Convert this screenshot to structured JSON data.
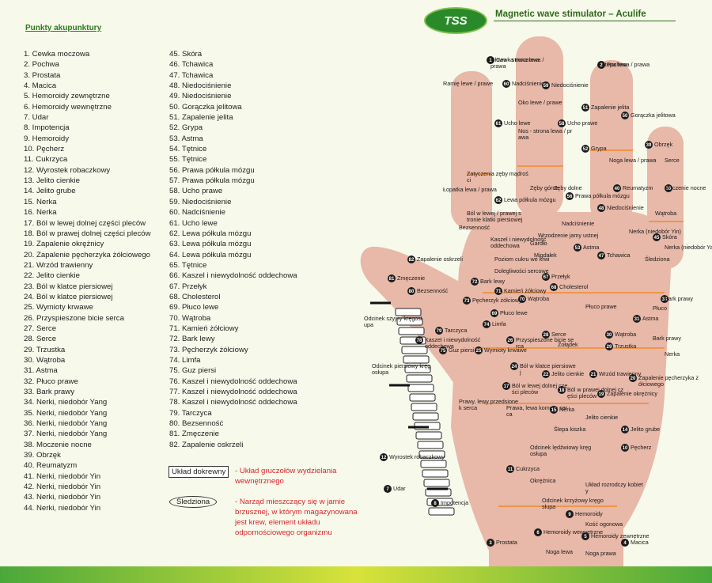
{
  "heading": "Punkty akupunktury",
  "points_col1": [
    "1. Cewka moczowa",
    "2. Pochwa",
    "3. Prostata",
    "4. Macica",
    "5. Hemoroidy zewnętrzne",
    "6. Hemoroidy wewnętrzne",
    "7. Udar",
    "8. Impotencja",
    "9. Hemoroidy",
    "10. Pęcherz",
    "11. Cukrzyca",
    "12. Wyrostek robaczkowy",
    "13. Jelito cienkie",
    "14. Jelito grube",
    "15. Nerka",
    "16. Nerka",
    "17. Ból w lewej dolnej części pleców",
    "18. Ból w prawej dolnej części pleców",
    "19. Zapalenie okrężnicy",
    "20. Zapalenie pęcherzyka żółciowego",
    "21. Wrzód trawienny",
    "22. Jelito cienkie",
    "23. Ból w klatce piersiowej",
    "24. Ból w klatce piersiowej",
    "25. Wymioty krwawe",
    "26. Przyspieszone bicie serca",
    "27. Serce",
    "28. Serce",
    "29. Trzustka",
    "30. Wątroba",
    "31. Astma",
    "32. Płuco prawe",
    "33. Bark prawy",
    "34. Nerki, niedobór Yang",
    "35. Nerki, niedobór Yang",
    "36. Nerki, niedobór Yang",
    "37. Nerki, niedobór Yang",
    "38. Moczenie nocne",
    "39. Obrzęk",
    "40. Reumatyzm",
    "41. Nerki, niedobór Yin",
    "42. Nerki, niedobór Yin",
    "43. Nerki, niedobór Yin",
    "44. Nerki, niedobór Yin"
  ],
  "points_col2": [
    "45. Skóra",
    "46. Tchawica",
    "47. Tchawica",
    "48. Niedociśnienie",
    "49. Niedociśnienie",
    "50. Gorączka jelitowa",
    "51. Zapalenie jelita",
    "52. Grypa",
    "53. Astma",
    "54. Tętnice",
    "55. Tętnice",
    "56. Prawa półkula mózgu",
    "57. Prawa półkula mózgu",
    "58. Ucho prawe",
    "59. Niedociśnienie",
    "60. Nadciśnienie",
    "61. Ucho lewe",
    "62. Lewa półkula mózgu",
    "63. Lewa półkula mózgu",
    "64. Lewa półkula mózgu",
    "65. Tętnice",
    "66. Kaszel i niewydolność oddechowa",
    "67. Przełyk",
    "68. Cholesterol",
    "69. Płuco lewe",
    "70. Wątroba",
    "71. Kamień żółciowy",
    "72. Bark lewy",
    "73. Pęcherzyk żółciowy",
    "74. Limfa",
    "75. Guz piersi",
    "76. Kaszel i niewydolność oddechowa",
    "77. Kaszel i niewydolność oddechowa",
    "78. Kaszel i niewydolność oddechowa",
    "79. Tarczyca",
    "80. Bezsenność",
    "81. Zmęczenie",
    "82. Zapalenie oskrzeli"
  ],
  "legend": {
    "box_label": "Układ dokrewny",
    "box_desc": "- Układ gruczołów wydzielania wewnętrznego",
    "oval_label": "Śledziona",
    "oval_desc": "- Narząd mieszczący się w jamie brzusznej, w którym magazynowana jest krew, element układu odpornościowego organizmu"
  },
  "title": "Magnetic wave stimulator – Aculife",
  "logo_text": "TSS",
  "colors": {
    "accent": "#2a7a1e",
    "skin": "#e8b8a8",
    "red_text": "#d8262c",
    "marker": "#1a1a1a"
  },
  "hand_labels": [
    {
      "text": "Głowa - strona lewa / prawa",
      "n": ""
    },
    {
      "text": "Stopa lewa / prawa",
      "n": ""
    },
    {
      "text": "Ramię lewe / prawe",
      "n": ""
    },
    {
      "text": "Nadciśnienie",
      "n": "60"
    },
    {
      "text": "Niedociśnienie",
      "n": "59"
    },
    {
      "text": "Oko lewe / prawe",
      "n": ""
    },
    {
      "text": "Zapalenie jelita",
      "n": "51"
    },
    {
      "text": "Gorączka jelitowa",
      "n": "50"
    },
    {
      "text": "Ucho lewe",
      "n": "61"
    },
    {
      "text": "Ucho prawe",
      "n": "58"
    },
    {
      "text": "Nos - strona lewa / prawa",
      "n": ""
    },
    {
      "text": "Grypa",
      "n": "52"
    },
    {
      "text": "Obrzęk",
      "n": "39"
    },
    {
      "text": "Noga lewa / prawa",
      "n": ""
    },
    {
      "text": "Serce",
      "n": ""
    },
    {
      "text": "Zatyczenia zęby mądrości",
      "n": ""
    },
    {
      "text": "Łopatka lewa / prawa",
      "n": ""
    },
    {
      "text": "Zęby górne",
      "n": ""
    },
    {
      "text": "Zęby dolne",
      "n": ""
    },
    {
      "text": "Reumatyzm",
      "n": "40"
    },
    {
      "text": "Moczenie nocne",
      "n": "38"
    },
    {
      "text": "Lewa półkula mózgu",
      "n": "62"
    },
    {
      "text": "Prawa półkula mózgu",
      "n": "56"
    },
    {
      "text": "Niedociśnienie",
      "n": "48"
    },
    {
      "text": "Wątroba",
      "n": ""
    },
    {
      "text": "Ból w lewej / prawej stronie klatki piersiowej",
      "n": ""
    },
    {
      "text": "Bezsenność",
      "n": ""
    },
    {
      "text": "Nadciśnienie",
      "n": ""
    },
    {
      "text": "Wrzodzenie jamy ustnej",
      "n": ""
    },
    {
      "text": "Nerka (niedobór Yin)",
      "n": ""
    },
    {
      "text": "Skóra",
      "n": "45"
    },
    {
      "text": "Kaszel i niewydolność oddechowa",
      "n": ""
    },
    {
      "text": "Gardło",
      "n": ""
    },
    {
      "text": "Astma",
      "n": "53"
    },
    {
      "text": "Nerka (niedobór Yang)",
      "n": ""
    },
    {
      "text": "Śledziona",
      "n": ""
    },
    {
      "text": "Tchawica",
      "n": "47"
    },
    {
      "text": "Migdałek",
      "n": ""
    },
    {
      "text": "Poziom cukru we krwi",
      "n": ""
    },
    {
      "text": "Zapalenie oskrzeli",
      "n": "82"
    },
    {
      "text": "Dolegliwości sercowe",
      "n": ""
    },
    {
      "text": "Przełyk",
      "n": "67"
    },
    {
      "text": "Zmęczenie",
      "n": "81"
    },
    {
      "text": "Bark lewy",
      "n": "72"
    },
    {
      "text": "Cholesterol",
      "n": "68"
    },
    {
      "text": "Bezsenność",
      "n": "80"
    },
    {
      "text": "Kamień żółciowy",
      "n": "71"
    },
    {
      "text": "Wątroba",
      "n": "70"
    },
    {
      "text": "Bark prawy",
      "n": "33"
    },
    {
      "text": "Pęcherzyk żółciowy",
      "n": "73"
    },
    {
      "text": "Płuco prawe",
      "n": ""
    },
    {
      "text": "Płuco",
      "n": ""
    },
    {
      "text": "Płuco lewe",
      "n": "69"
    },
    {
      "text": "Limfa",
      "n": "74"
    },
    {
      "text": "Astma",
      "n": "31"
    },
    {
      "text": "Odcinek szyjny kręgosłupa",
      "n": ""
    },
    {
      "text": "Tarczyca",
      "n": "79"
    },
    {
      "text": "Kaszel i niewydolność oddechowa",
      "n": "78"
    },
    {
      "text": "Przyspieszone bicie serca",
      "n": "26"
    },
    {
      "text": "Serce",
      "n": "28"
    },
    {
      "text": "Wątroba",
      "n": "30"
    },
    {
      "text": "Guz piersi",
      "n": "75"
    },
    {
      "text": "Bark prawy",
      "n": ""
    },
    {
      "text": "Żołądek",
      "n": ""
    },
    {
      "text": "Trzustka",
      "n": "29"
    },
    {
      "text": "Wymioty krwawe",
      "n": "25"
    },
    {
      "text": "Nerka",
      "n": ""
    },
    {
      "text": "Odcinek piersiowy kręgosłupa",
      "n": ""
    },
    {
      "text": "Ból w klatce piersiowej",
      "n": "24"
    },
    {
      "text": "Jelito cienkie",
      "n": "22"
    },
    {
      "text": "Wrzód trawienny",
      "n": "21"
    },
    {
      "text": "Zapalenie pęcherzyka żółciowego",
      "n": "20"
    },
    {
      "text": "Ból w lewej dolnej części pleców",
      "n": "17"
    },
    {
      "text": "Ból w prawej dolnej części pleców",
      "n": "18"
    },
    {
      "text": "Zapalenie okrężnicy",
      "n": "19"
    },
    {
      "text": "Prawy, lewy przedsionek serca",
      "n": ""
    },
    {
      "text": "Prawa, lewa komora serca",
      "n": ""
    },
    {
      "text": "Nerka",
      "n": "15"
    },
    {
      "text": "Jelito cienkie",
      "n": ""
    },
    {
      "text": "Ślepa kiszka",
      "n": ""
    },
    {
      "text": "Jelito grube",
      "n": "14"
    },
    {
      "text": "Wyrostek robaczkowy",
      "n": "12"
    },
    {
      "text": "Odcinek lędźwiowy kręgosłupa",
      "n": ""
    },
    {
      "text": "Pęcherz",
      "n": "10"
    },
    {
      "text": "Cukrzyca",
      "n": "11"
    },
    {
      "text": "Okrężnica",
      "n": ""
    },
    {
      "text": "Udar",
      "n": "7"
    },
    {
      "text": "Układ rozrodczy kobiety",
      "n": ""
    },
    {
      "text": "Odcinek krzyżowy kręgosłupa",
      "n": ""
    },
    {
      "text": "Impotencja",
      "n": "8"
    },
    {
      "text": "Hemoroidy",
      "n": "9"
    },
    {
      "text": "Kość ogonowa",
      "n": ""
    },
    {
      "text": "Hemoroidy wewnętrzne",
      "n": "6"
    },
    {
      "text": "Hemoroidy zewnętrzne",
      "n": "5"
    },
    {
      "text": "Prostata",
      "n": "3"
    },
    {
      "text": "Macica",
      "n": "4"
    },
    {
      "text": "Noga lewa",
      "n": ""
    },
    {
      "text": "Noga prawa",
      "n": ""
    },
    {
      "text": "Cewka moczowa",
      "n": "1"
    },
    {
      "text": "Pochwa",
      "n": "2"
    }
  ]
}
